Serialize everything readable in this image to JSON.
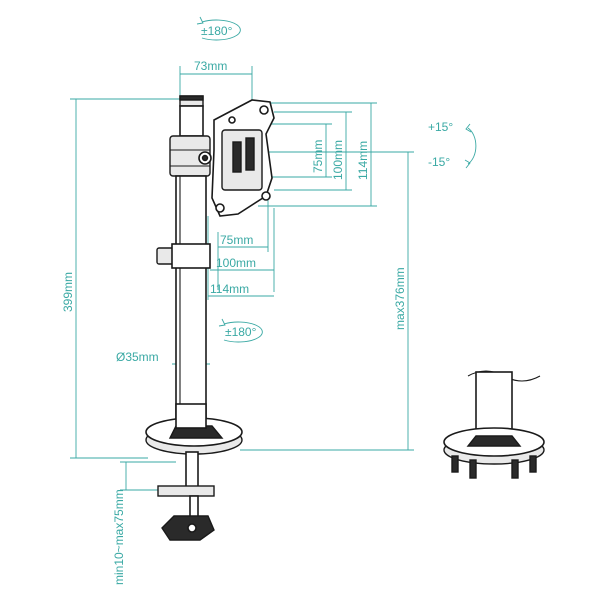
{
  "labels": {
    "rot_top": "±180°",
    "rot_mid": "±180°",
    "tilt_up": "+15°",
    "tilt_down": "-15°",
    "w73": "73mm",
    "v75": "75mm",
    "v100": "100mm",
    "v114": "114mm",
    "h75": "75mm",
    "h100": "100mm",
    "h114": "114mm",
    "height399": "399mm",
    "max376": "max376mm",
    "diameter": "Ø35mm",
    "clamp": "min10~max75mm"
  },
  "colors": {
    "dimension": "#3aa9a4",
    "ink": "#1a1a1a"
  }
}
